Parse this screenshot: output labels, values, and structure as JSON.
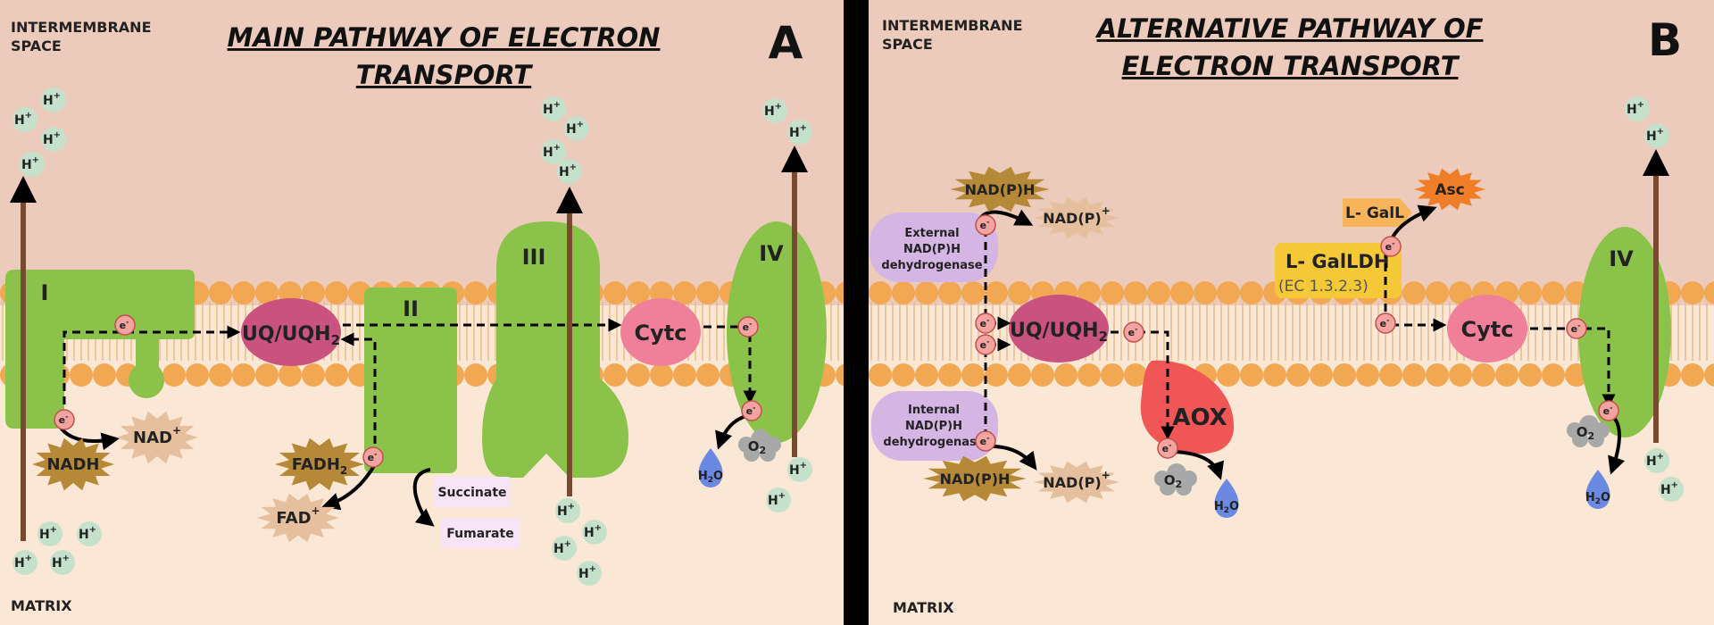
{
  "panel_a": {
    "letter": "A",
    "title_line1": "MAIN PATHWAY OF ELECTRON",
    "title_line2": "TRANSPORT",
    "space_label_line1": "INTERMEMBRANE",
    "space_label_line2": "SPACE",
    "matrix_label": "MATRIX",
    "complex_1": "I",
    "complex_2": "II",
    "complex_3": "III",
    "complex_4": "IV",
    "uq": "UQ/UQH",
    "uq_sub": "2",
    "cytc": "Cytc",
    "nadh": "NADH",
    "nad": "NAD",
    "nad_sup": "+",
    "fadh": "FADH",
    "fadh_sub": "2",
    "fad": "FAD",
    "fad_sup": "+",
    "succinate": "Succinate",
    "fumarate": "Fumarate",
    "o2": "O",
    "o2_sub": "2",
    "h2o_h": "H",
    "h2o_sub": "2",
    "h2o_o": "O"
  },
  "panel_b": {
    "letter": "B",
    "title_line1": "ALTERNATIVE PATHWAY OF",
    "title_line2": "ELECTRON TRANSPORT",
    "space_label_line1": "INTERMEMBRANE",
    "space_label_line2": "SPACE",
    "matrix_label": "MATRIX",
    "ext_dh_line1": "External",
    "ext_dh_line2": "NAD(P)H",
    "ext_dh_line3": "dehydrogenase",
    "int_dh_line1": "Internal",
    "int_dh_line2": "NAD(P)H",
    "int_dh_line3": "dehydrogenase",
    "nadph": "NAD(P)H",
    "nadp": "NAD(P)",
    "nadp_sup": "+",
    "uq": "UQ/UQH",
    "uq_sub": "2",
    "aox": "AOX",
    "galldh": "L- GalLDH",
    "ec": "(EC 1.3.2.3)",
    "gall": "L- GalL",
    "asc": "Asc",
    "cytc": "Cytc",
    "complex_4": "IV",
    "o2": "O",
    "o2_sub": "2",
    "h2o_h": "H",
    "h2o_sub": "2",
    "h2o_o": "O"
  },
  "symbols": {
    "proton": "H",
    "proton_charge": "+",
    "electron": "e",
    "electron_charge": "-"
  },
  "colors": {
    "intermembrane": "#eccbbd",
    "matrix": "#fbe7d5",
    "lipid_head": "#f2a852",
    "complex": "#8bc34a",
    "uq": "#c9527f",
    "cytc": "#f07f9a",
    "nad_dark": "#b58938",
    "nad_light": "#e6c09e",
    "proton": "#c5e1cc",
    "electron": "#f4a4a0",
    "dehydrogenase": "#d4b5e4",
    "aox": "#f05656",
    "galldh": "#f5c838",
    "gall": "#f7b45b",
    "asc": "#f07e28",
    "o2": "#a8a8a8",
    "water": "#6b89e0",
    "arrow": "#7a4a30",
    "divider": "#000000"
  }
}
